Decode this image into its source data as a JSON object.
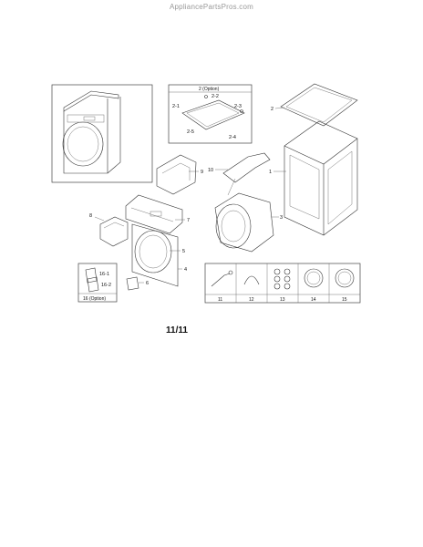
{
  "header": {
    "watermark": "AppliancePartsPros.com"
  },
  "diagram": {
    "option_box_title": "2 (Option)",
    "option_parts": [
      "2-1",
      "2-2",
      "2-3",
      "2-4",
      "2-5"
    ],
    "callouts": [
      "1",
      "2",
      "3",
      "4",
      "5",
      "6",
      "7",
      "8",
      "9",
      "10"
    ],
    "sub_parts": [
      "16-1",
      "16-2"
    ],
    "sub_parts_caption": "16 (Option)",
    "accessories": [
      "11",
      "12",
      "13",
      "14",
      "15"
    ]
  },
  "footer": {
    "page": "11/11"
  }
}
